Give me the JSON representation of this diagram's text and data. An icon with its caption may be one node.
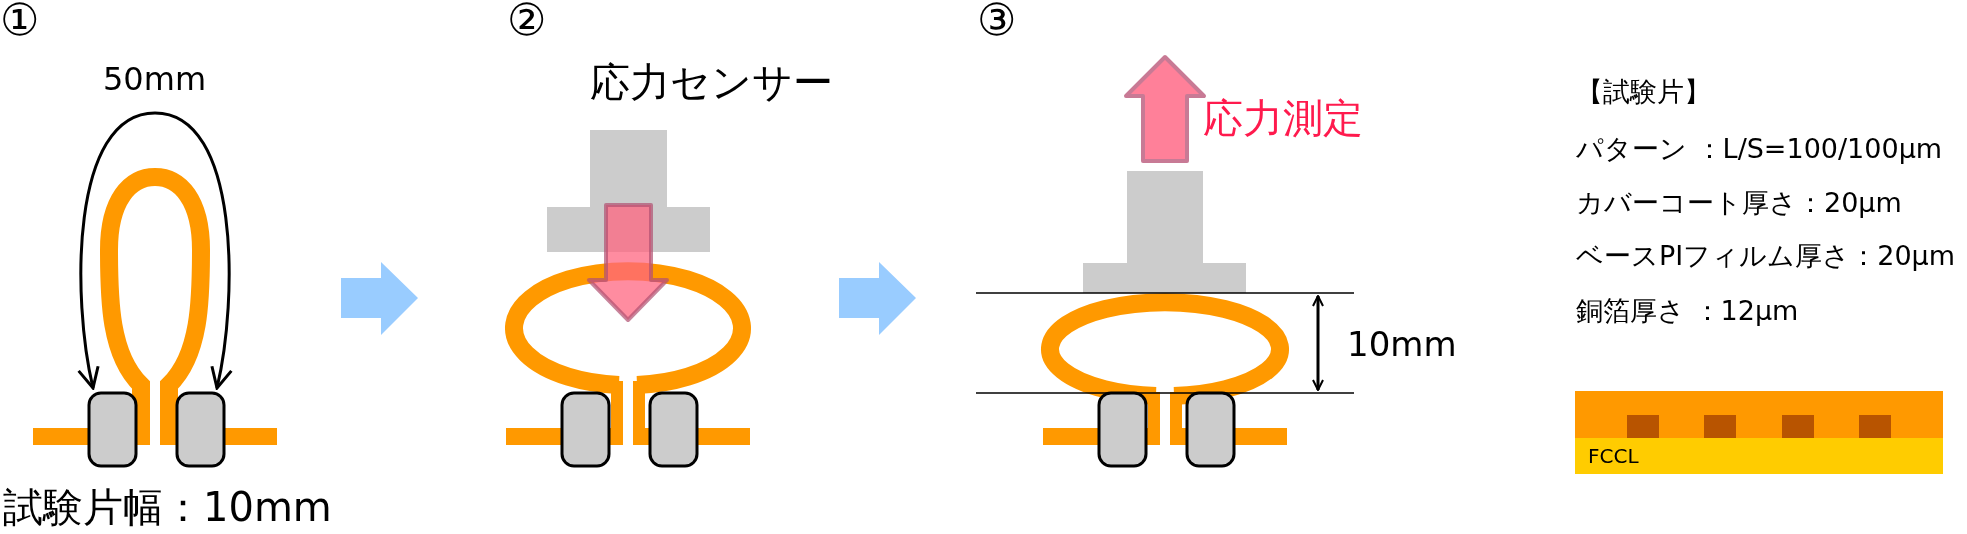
{
  "diagram": {
    "labels": [
      "①",
      "50mm",
      "試験片幅：10mm",
      "②",
      "応力センサー",
      "③",
      "応力測定",
      "10mm",
      "【試験片】",
      "パターン ：L/S=100/100μm",
      "カバーコート厚さ：20μm",
      "ベースPIフィルム厚さ：20μm",
      "銅箔厚さ ：12μm",
      "FCCL"
    ]
  }
}
